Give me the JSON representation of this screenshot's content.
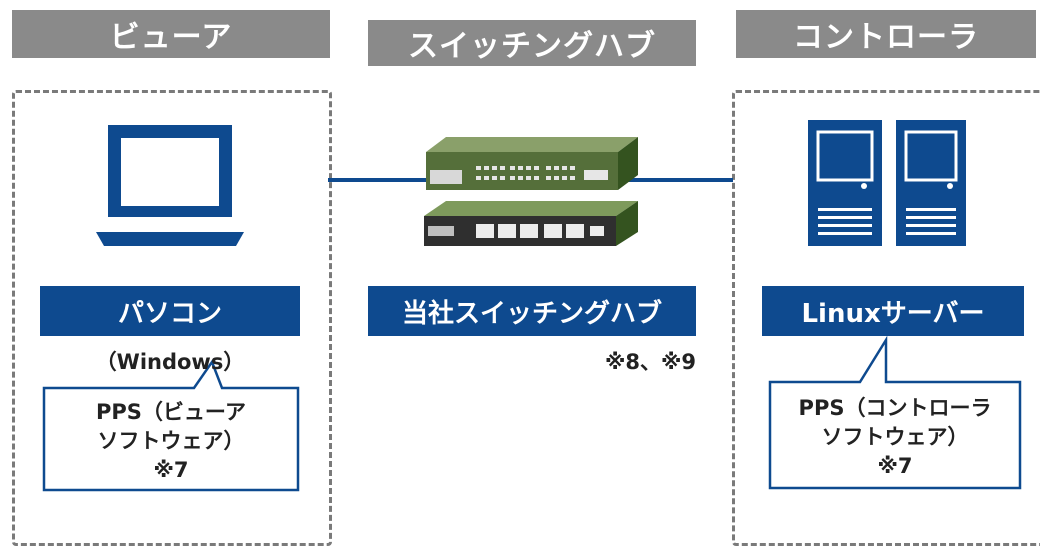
{
  "headers": {
    "viewer": "ビューア",
    "switching_hub": "スイッチングハブ",
    "controller": "コントローラ"
  },
  "labels": {
    "pc": "パソコン",
    "hub": "当社スイッチングハブ",
    "server": "Linuxサーバー"
  },
  "notes": {
    "windows": "（Windows）",
    "hub_note": "※8、※9"
  },
  "callouts": {
    "viewer": [
      "PPS（ビューア",
      "ソフトウェア）",
      "※7"
    ],
    "controller": [
      "PPS（コントローラ",
      "ソフトウェア）",
      "※7"
    ]
  },
  "colors": {
    "header_bg": "#8a8a8a",
    "label_bg": "#0e4a8f",
    "line": "#0e4a8f",
    "dash": "#7a7a7a"
  },
  "icons": [
    "laptop-icon",
    "network-switch-icon",
    "server-tower-icon"
  ]
}
